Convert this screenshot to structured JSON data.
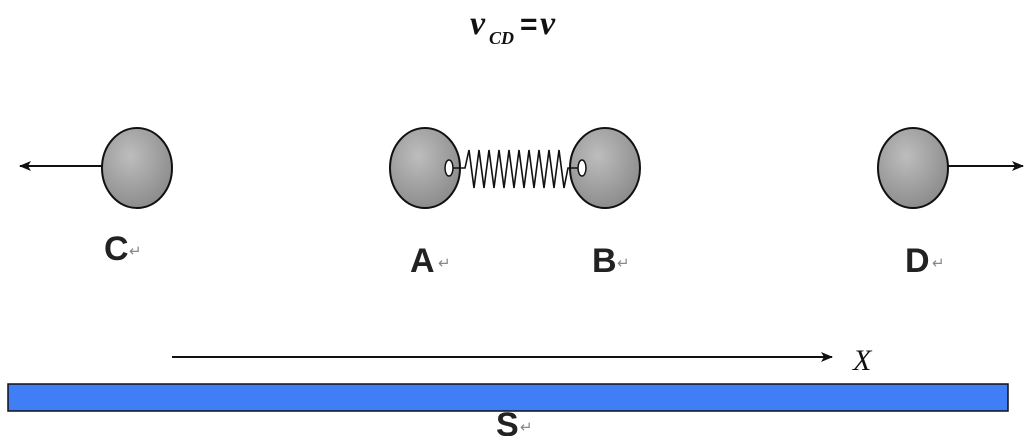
{
  "title": {
    "v_left": "v",
    "v_sub": "CD",
    "eq": "=",
    "v_right": "v"
  },
  "balls": {
    "c": {
      "label": "C"
    },
    "a": {
      "label": "A"
    },
    "b": {
      "label": "B"
    },
    "d": {
      "label": "D"
    }
  },
  "axis": {
    "label": "X"
  },
  "surface": {
    "label": "S",
    "color": "#3f7ef5"
  },
  "return_mark": "↵",
  "colors": {
    "ball_fill": "#9a9a9a",
    "stroke": "#111111"
  }
}
